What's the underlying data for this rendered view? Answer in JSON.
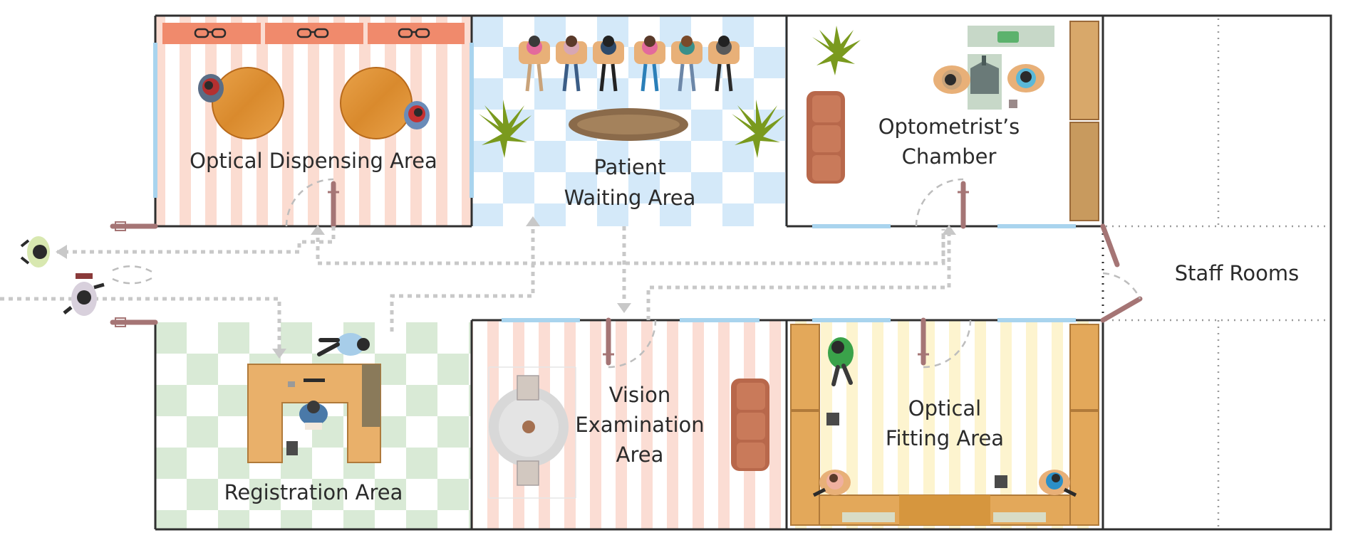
{
  "title": "",
  "rooms": {
    "optical_dispensing": "Optical Dispensing Area",
    "waiting_line1": "Patient",
    "waiting_line2": "Waiting Area",
    "optometrist_line1": "Optometrist’s",
    "optometrist_line2": "Chamber",
    "staff": "Staff Rooms",
    "registration": "Registration Area",
    "vision_line1": "Vision",
    "vision_line2": "Examination",
    "vision_line3": "Area",
    "fitting_line1": "Optical",
    "fitting_line2": "Fitting Area"
  },
  "colors": {
    "dispensing_stripe": "#fbdcd1",
    "waiting_check": "#d4e9f9",
    "registration_check": "#d9ead6",
    "vision_stripe": "#fbddd4",
    "fitting_stripe": "#fdf4cf",
    "wood": "#e3a85a",
    "sofa": "#b8684b",
    "display_band": "#f08a6c",
    "plant": "#7a9a1e",
    "wall": "#2f2f2f",
    "window": "#a9d4ee",
    "door": "#a57575"
  },
  "icons": [
    "eyeglasses-icon",
    "plant-icon",
    "person-icon",
    "sofa-icon",
    "table-icon",
    "chair-icon",
    "door-icon",
    "arrow-icon"
  ]
}
